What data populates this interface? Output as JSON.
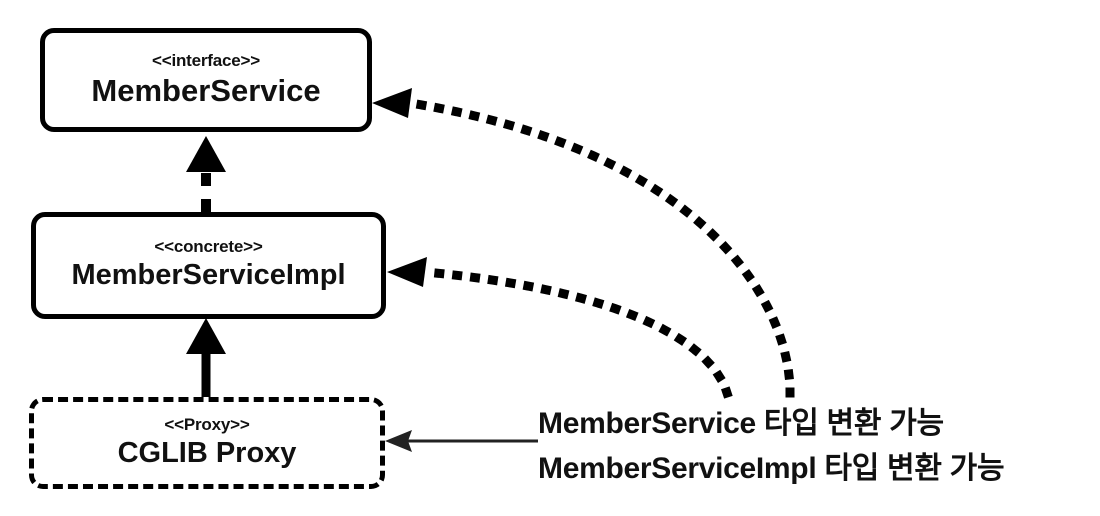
{
  "diagram": {
    "title": "CGLIB Proxy type casting diagram",
    "background_color": "#ffffff",
    "stroke_color": "#000000",
    "text_color": "#111111"
  },
  "boxes": [
    {
      "id": "interface",
      "stereotype": "<<interface>>",
      "name": "MemberService",
      "border_style": "solid",
      "shape": "rounded-rectangle"
    },
    {
      "id": "concrete",
      "stereotype": "<<concrete>>",
      "name": "MemberServiceImpl",
      "border_style": "solid",
      "shape": "rounded-rectangle"
    },
    {
      "id": "proxy",
      "stereotype": "<<Proxy>>",
      "name": "CGLIB Proxy",
      "border_style": "dashed",
      "shape": "rounded-rectangle"
    }
  ],
  "notes": [
    {
      "id": "note-1",
      "text": "MemberService 타입 변환 가능"
    },
    {
      "id": "note-2",
      "text": "MemberServiceImpl 타입 변환 가능"
    }
  ],
  "edges": [
    {
      "id": "realization",
      "from": "concrete",
      "to": "interface",
      "line_style": "dashed",
      "arrow": "filled-triangle",
      "direction": "up"
    },
    {
      "id": "inheritance",
      "from": "proxy",
      "to": "concrete",
      "line_style": "solid",
      "arrow": "filled-triangle",
      "direction": "up"
    },
    {
      "id": "cast-to-memberservice",
      "from": "note-1",
      "to": "interface",
      "line_style": "dotted",
      "arrow": "filled-arrowhead",
      "direction": "curve-up-left"
    },
    {
      "id": "cast-to-memberserviceimpl",
      "from": "note-2",
      "to": "concrete",
      "line_style": "dotted",
      "arrow": "filled-arrowhead",
      "direction": "curve-up-left"
    },
    {
      "id": "note-to-proxy",
      "from": "notes",
      "to": "proxy",
      "line_style": "solid-thin",
      "arrow": "thin-arrowhead",
      "direction": "left"
    }
  ]
}
